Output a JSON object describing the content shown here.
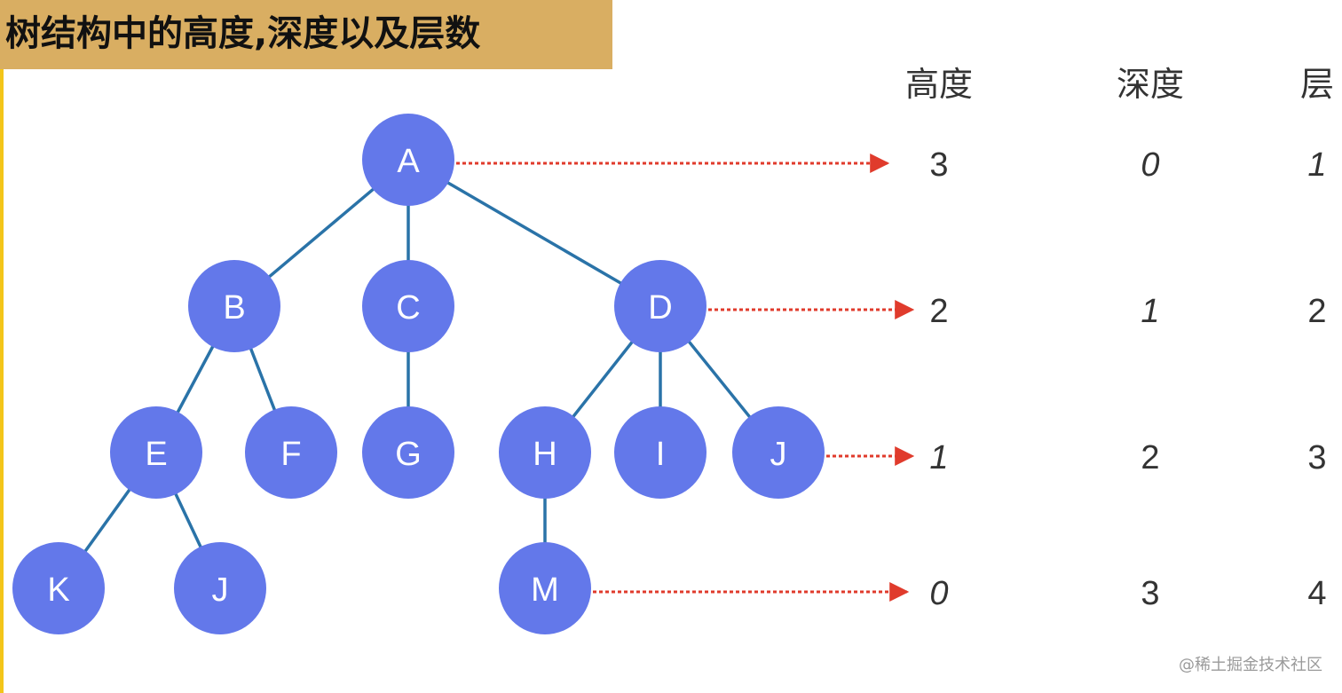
{
  "title": "树结构中的高度,深度以及层数",
  "columns": [
    {
      "key": "height",
      "label": "高度"
    },
    {
      "key": "depth",
      "label": "深度"
    },
    {
      "key": "level",
      "label": "层"
    }
  ],
  "tree": {
    "nodes": [
      {
        "id": "A",
        "label": "A"
      },
      {
        "id": "B",
        "label": "B"
      },
      {
        "id": "C",
        "label": "C"
      },
      {
        "id": "D",
        "label": "D"
      },
      {
        "id": "E",
        "label": "E"
      },
      {
        "id": "F",
        "label": "F"
      },
      {
        "id": "G",
        "label": "G"
      },
      {
        "id": "H",
        "label": "H"
      },
      {
        "id": "I",
        "label": "I"
      },
      {
        "id": "J1",
        "label": "J"
      },
      {
        "id": "K",
        "label": "K"
      },
      {
        "id": "J2",
        "label": "J"
      },
      {
        "id": "M",
        "label": "M"
      }
    ],
    "edges": [
      [
        "A",
        "B"
      ],
      [
        "A",
        "C"
      ],
      [
        "A",
        "D"
      ],
      [
        "B",
        "E"
      ],
      [
        "B",
        "F"
      ],
      [
        "C",
        "G"
      ],
      [
        "D",
        "H"
      ],
      [
        "D",
        "I"
      ],
      [
        "D",
        "J1"
      ],
      [
        "E",
        "K"
      ],
      [
        "E",
        "J2"
      ],
      [
        "H",
        "M"
      ]
    ]
  },
  "rows": [
    {
      "source": "A",
      "height": "3",
      "depth": "0",
      "level": "1"
    },
    {
      "source": "D",
      "height": "2",
      "depth": "1",
      "level": "2"
    },
    {
      "source": "J1",
      "height": "1",
      "depth": "2",
      "level": "3"
    },
    {
      "source": "M",
      "height": "0",
      "depth": "3",
      "level": "4"
    }
  ],
  "credit": "@稀土掘金技术社区",
  "colors": {
    "node": "#6378ea",
    "edge": "#2a73a8",
    "arrow": "#e03b2c",
    "title_bg": "#d9ae62"
  }
}
